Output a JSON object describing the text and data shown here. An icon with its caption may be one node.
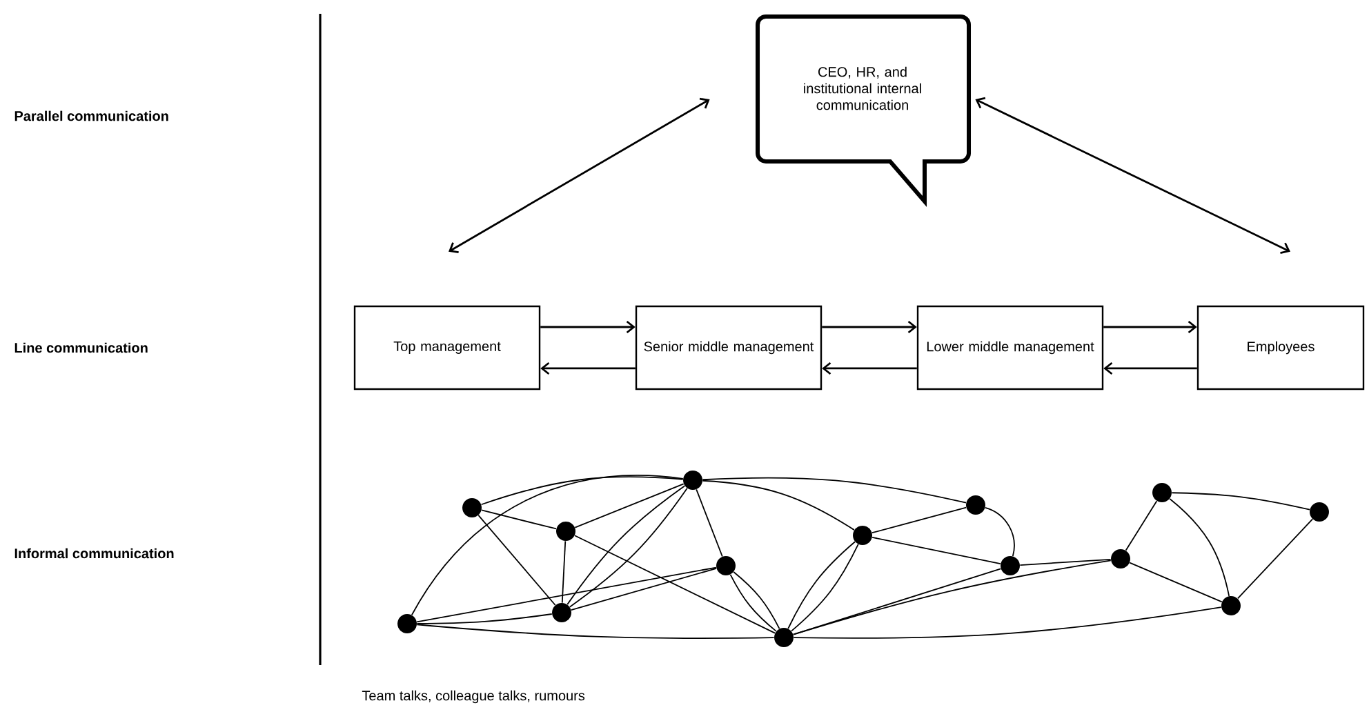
{
  "diagram": {
    "nodes": [
      {
        "text": [
          "CEO, HR, and institutional internal communication"
        ]
      },
      {
        "text": [
          "Top management"
        ]
      },
      {
        "text": [
          "Senior middle management"
        ]
      },
      {
        "text": [
          "Lower middle management"
        ]
      },
      {
        "text": [
          "Employees"
        ]
      },
      {
        "text": [],
        "shape": "circle"
      },
      {
        "text": [],
        "shape": "circle"
      },
      {
        "text": [],
        "shape": "circle"
      },
      {
        "text": [],
        "shape": "circle"
      },
      {
        "text": [],
        "shape": "circle"
      },
      {
        "text": [],
        "shape": "circle"
      },
      {
        "text": [],
        "shape": "circle"
      },
      {
        "text": [],
        "shape": "circle"
      },
      {
        "text": [],
        "shape": "circle"
      },
      {
        "text": [],
        "shape": "circle"
      },
      {
        "text": [],
        "shape": "circle"
      },
      {
        "text": [],
        "shape": "circle"
      },
      {
        "text": [],
        "shape": "circle"
      },
      {
        "text": [],
        "shape": "circle"
      }
    ],
    "edges": [
      {
        "from": 0,
        "to": 1,
        "arrow": "both"
      },
      {
        "from": 0,
        "to": 4,
        "arrow": "both"
      },
      {
        "from": 1,
        "to": 2,
        "arrow": "to"
      },
      {
        "from": 2,
        "to": 1,
        "arrow": "to"
      },
      {
        "from": 2,
        "to": 3,
        "arrow": "to"
      },
      {
        "from": 3,
        "to": 2,
        "arrow": "to"
      },
      {
        "from": 3,
        "to": 4,
        "arrow": "to"
      },
      {
        "from": 4,
        "to": 3,
        "arrow": "to"
      },
      {
        "from": 5,
        "to": 7,
        "arrow": "none"
      },
      {
        "from": 5,
        "to": 6,
        "arrow": "none"
      },
      {
        "from": 5,
        "to": 9,
        "arrow": "none"
      },
      {
        "from": 6,
        "to": 7,
        "arrow": "none"
      },
      {
        "from": 8,
        "to": 7,
        "arrow": "none"
      },
      {
        "from": 9,
        "to": 7,
        "arrow": "none"
      },
      {
        "from": 9,
        "to": 7,
        "arrow": "none"
      },
      {
        "from": 6,
        "to": 9,
        "arrow": "none"
      },
      {
        "from": 6,
        "to": 11,
        "arrow": "none"
      },
      {
        "from": 7,
        "to": 10,
        "arrow": "none"
      },
      {
        "from": 7,
        "to": 12,
        "arrow": "none"
      },
      {
        "from": 7,
        "to": 13,
        "arrow": "none"
      },
      {
        "from": 8,
        "to": 10,
        "arrow": "none"
      },
      {
        "from": 8,
        "to": 9,
        "arrow": "none"
      },
      {
        "from": 8,
        "to": 11,
        "arrow": "none"
      },
      {
        "from": 9,
        "to": 10,
        "arrow": "none"
      },
      {
        "from": 10,
        "to": 11,
        "arrow": "none"
      },
      {
        "from": 10,
        "to": 11,
        "arrow": "none"
      },
      {
        "from": 11,
        "to": 12,
        "arrow": "none"
      },
      {
        "from": 11,
        "to": 12,
        "arrow": "none"
      },
      {
        "from": 11,
        "to": 14,
        "arrow": "none"
      },
      {
        "from": 11,
        "to": 15,
        "arrow": "none"
      },
      {
        "from": 11,
        "to": 18,
        "arrow": "none"
      },
      {
        "from": 12,
        "to": 13,
        "arrow": "none"
      },
      {
        "from": 12,
        "to": 14,
        "arrow": "none"
      },
      {
        "from": 13,
        "to": 14,
        "arrow": "none"
      },
      {
        "from": 14,
        "to": 15,
        "arrow": "none"
      },
      {
        "from": 15,
        "to": 16,
        "arrow": "none"
      },
      {
        "from": 15,
        "to": 18,
        "arrow": "none"
      },
      {
        "from": 16,
        "to": 18,
        "arrow": "none"
      },
      {
        "from": 16,
        "to": 17,
        "arrow": "none"
      },
      {
        "from": 17,
        "to": 18,
        "arrow": "none"
      }
    ],
    "labels": [
      "Parallel communication",
      "Line communication",
      "Informal communication",
      "Team talks, colleague talks, rumours"
    ]
  }
}
